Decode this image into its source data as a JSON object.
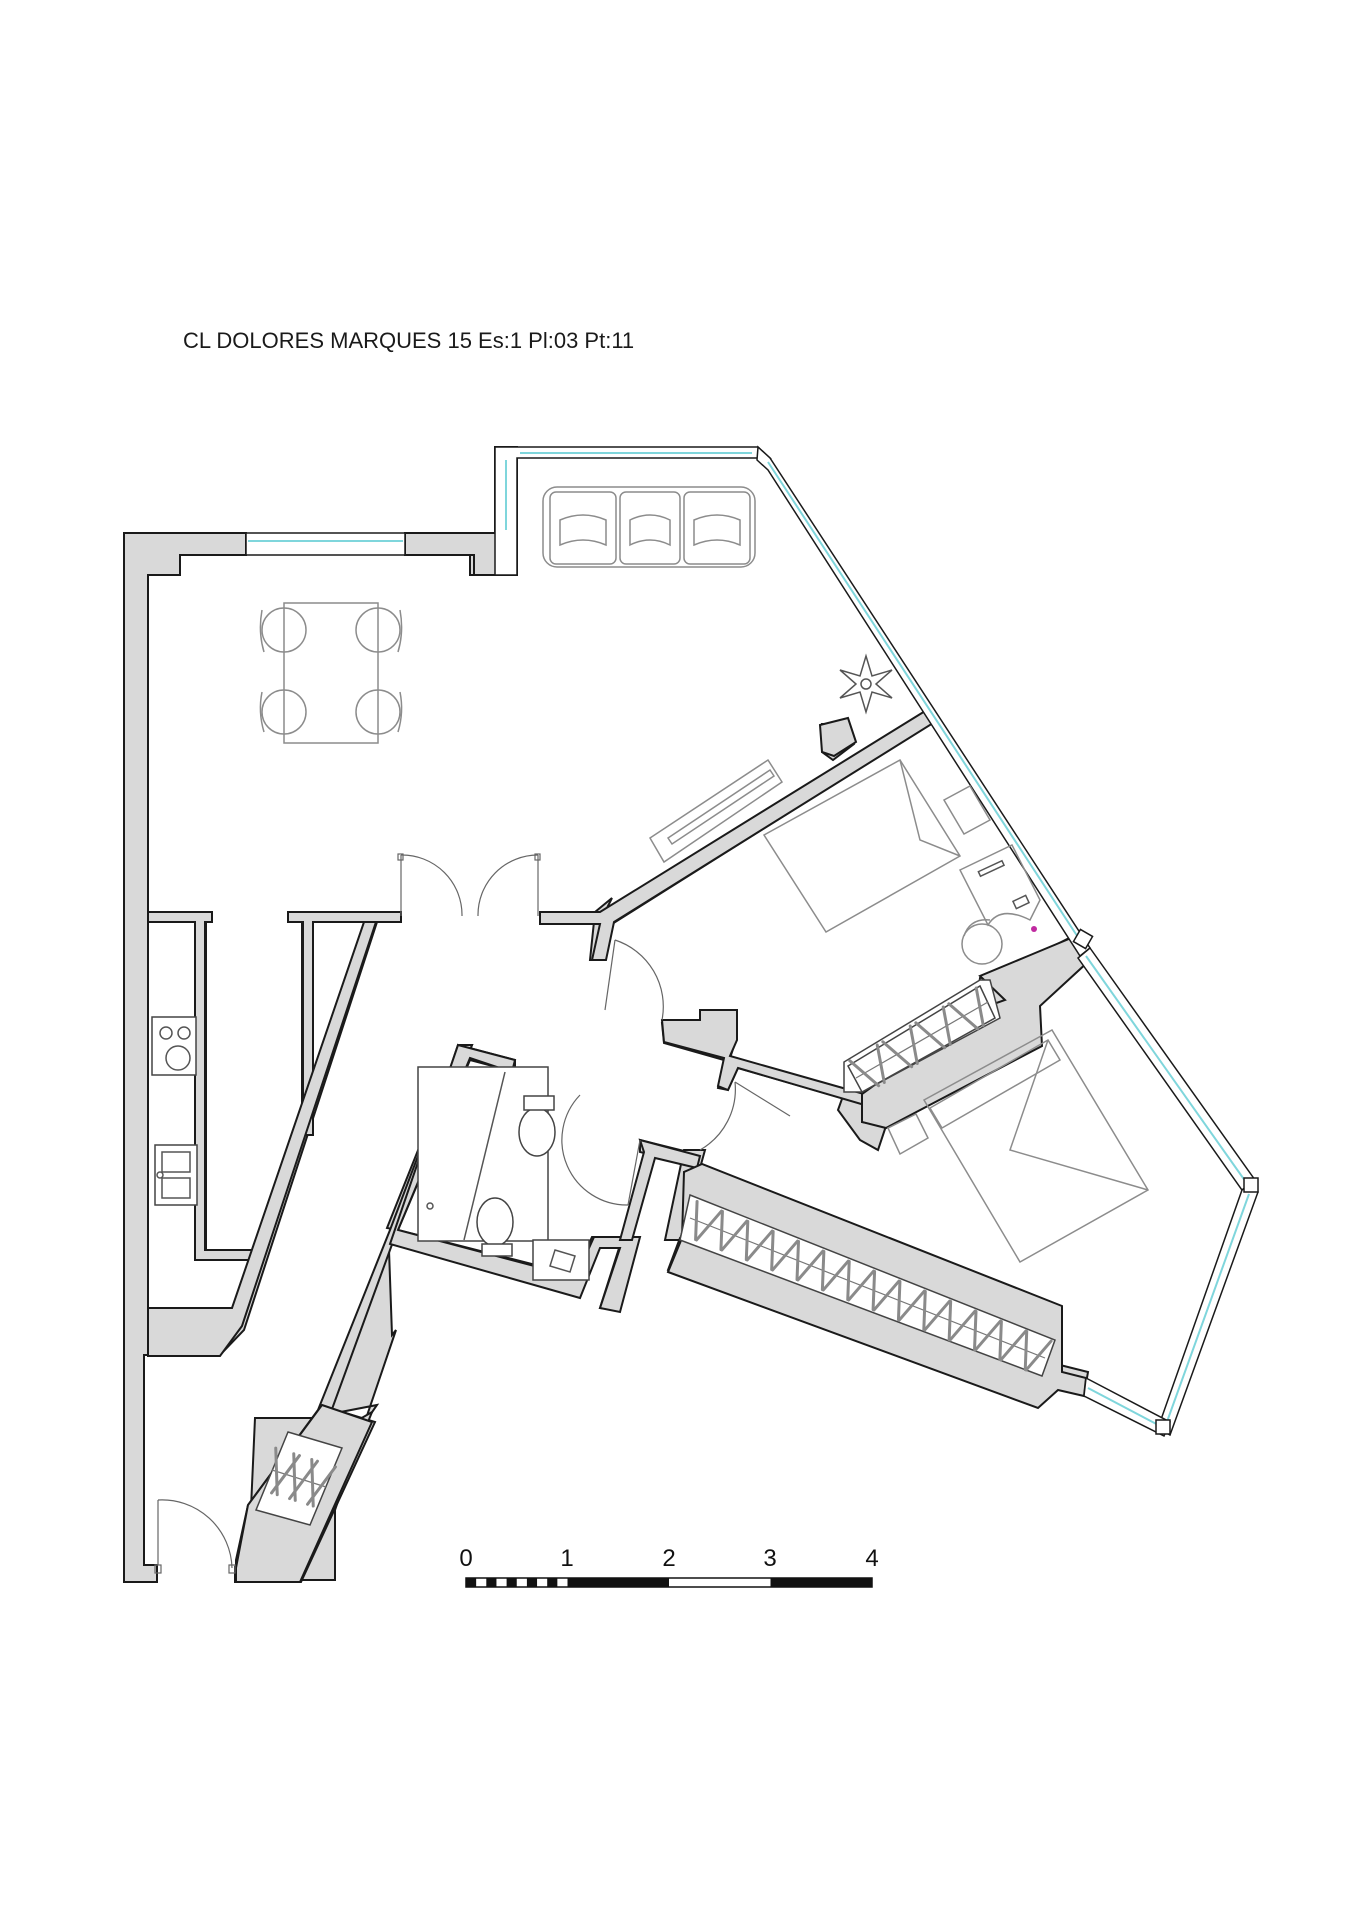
{
  "header": {
    "address": "CL DOLORES MARQUES 15 Es:1 Pl:03 Pt:11"
  },
  "scale_bar": {
    "labels": [
      "0",
      "1",
      "2",
      "3",
      "4"
    ]
  },
  "colors": {
    "wall_fill": "#d9d9d9",
    "line": "#1a1a1a",
    "glazing": "#7fd6dc",
    "furniture": "#8c8c8c"
  }
}
